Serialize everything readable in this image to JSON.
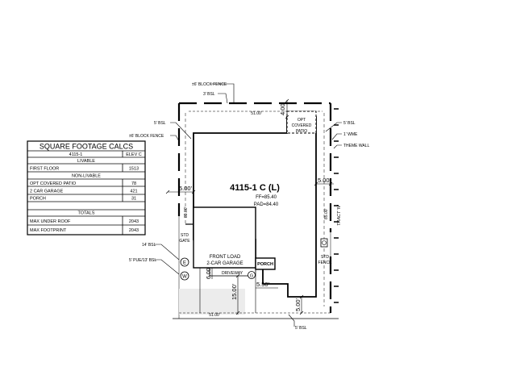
{
  "table": {
    "title": "SQUARE FOOTAGE CALCS",
    "plan_label": "4115-1",
    "elev_label": "ELEV C",
    "livable_header": "LIVABLE",
    "first_floor_label": "FIRST FLOOR",
    "first_floor_value": "1513",
    "non_livable_header": "NON-LIVABLE",
    "patio_label": "OPT COVERED PATIO",
    "patio_value": "78",
    "garage_label": "2 CAR GARAGE",
    "garage_value": "421",
    "porch_label": "PORCH",
    "porch_value": "31",
    "totals_header": "TOTALS",
    "max_under_roof_label": "MAX UNDER ROOF",
    "max_under_roof_value": "2043",
    "max_footprint_label": "MAX FOOTPRINT",
    "max_footprint_value": "2043"
  },
  "plan": {
    "house_label": "4115-1 C (L)",
    "ff_label": "FF=85.40",
    "pad_label": "PAD=84.40",
    "garage_label_1": "FRONT LOAD",
    "garage_label_2": "2-CAR GARAGE",
    "porch_label": "PORCH",
    "driveway_label": "DRIVEWAY",
    "patio_label_1": "OPT",
    "patio_label_2": "COVERED",
    "patio_label_3": "PATIO",
    "std_gate_1": "STD",
    "std_gate_2": "GATE",
    "std_fence_1": "STD",
    "std_fence_2": "FENCE",
    "tract_label": "TRACT 'N'",
    "lot_top_width": "51.00'",
    "lot_bottom_width": "51.00'",
    "lot_side_dim": "89.00'",
    "lot_right_dim": "85.00'"
  },
  "dims": {
    "left_setback": "5.00'",
    "right_setback": "5.00'",
    "rear_setback": "4.00'",
    "front_setback": "15.00'",
    "garage_offset": "6.00'",
    "porch_offset": "5.50'",
    "bottom_setback": "5.00'"
  },
  "callouts": {
    "block_fence_top": "±6' BLOCK FENCE",
    "bsl_top": "3' BSL",
    "bsl_left": "5' BSL",
    "block_fence_left": "±6' BLOCK FENCE",
    "bsl_right": "5' BSL",
    "wme": "1' WME",
    "theme_wall": "THEME WALL",
    "bsl_14": "14' BSL",
    "pue_bsl": "5' PUE/13' BSL",
    "bsl_bottom": "5' BSL"
  },
  "utilities": {
    "electric": "E",
    "water": "W",
    "gas": "G"
  }
}
